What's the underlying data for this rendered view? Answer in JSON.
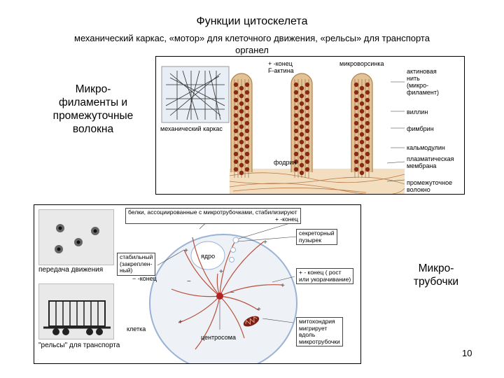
{
  "slide": {
    "title": "Функции цитоскелета",
    "subtitle_line1": "механический каркас, «мотор» для клеточного движения,  «рельсы» для транспорта",
    "subtitle_line2": "органел",
    "label_microfilaments": [
      "Микро-",
      "филаменты и",
      "промежуточные",
      "волокна"
    ],
    "label_microtubules": [
      "Микро-",
      "трубочки"
    ],
    "page_number": "10"
  },
  "top_panel": {
    "caption_frame": "механический каркас",
    "labels": {
      "plus_end": "+ -конец",
      "f_actin": "F-актина",
      "microvillus": "микроворсинка",
      "actin_thread": [
        "актиновая",
        "нить",
        "(микро-",
        "филамент)"
      ],
      "villin": "виллин",
      "fimbrin": "фимбрин",
      "calmodulin": "кальмодулин",
      "plasma_membrane": [
        "плазматическая",
        "мембрана"
      ],
      "fodrin": "фодрин",
      "intermediate_fiber": [
        "промежуточное",
        "волокно"
      ]
    }
  },
  "bottom_panel": {
    "caption_motion": "передача движения",
    "caption_rails": "\"рельсы\" для транспорта",
    "labels": {
      "proteins": "белки, ассоциированные с микротрубочками, стабилизируют",
      "plus_end": "+ -конец",
      "secretory": [
        "секреторный",
        "пузырек"
      ],
      "nucleus": "ядро",
      "stable": [
        "стабильный",
        "(закреплен-",
        "ный)"
      ],
      "minus_end": "− -конец",
      "plus_minus": [
        "+ - конец ( рост",
        "или укорачивание)"
      ],
      "mitochondria": [
        "митохондрия",
        "мигрирует",
        "вдоль",
        "микротрубочки"
      ],
      "cell": "клетка",
      "centrosome": "центросома"
    }
  },
  "colors": {
    "tan": "#e3c395",
    "brown": "#8a2a16",
    "cell_fill": "#eef2f7",
    "rose": "#c0504d"
  }
}
